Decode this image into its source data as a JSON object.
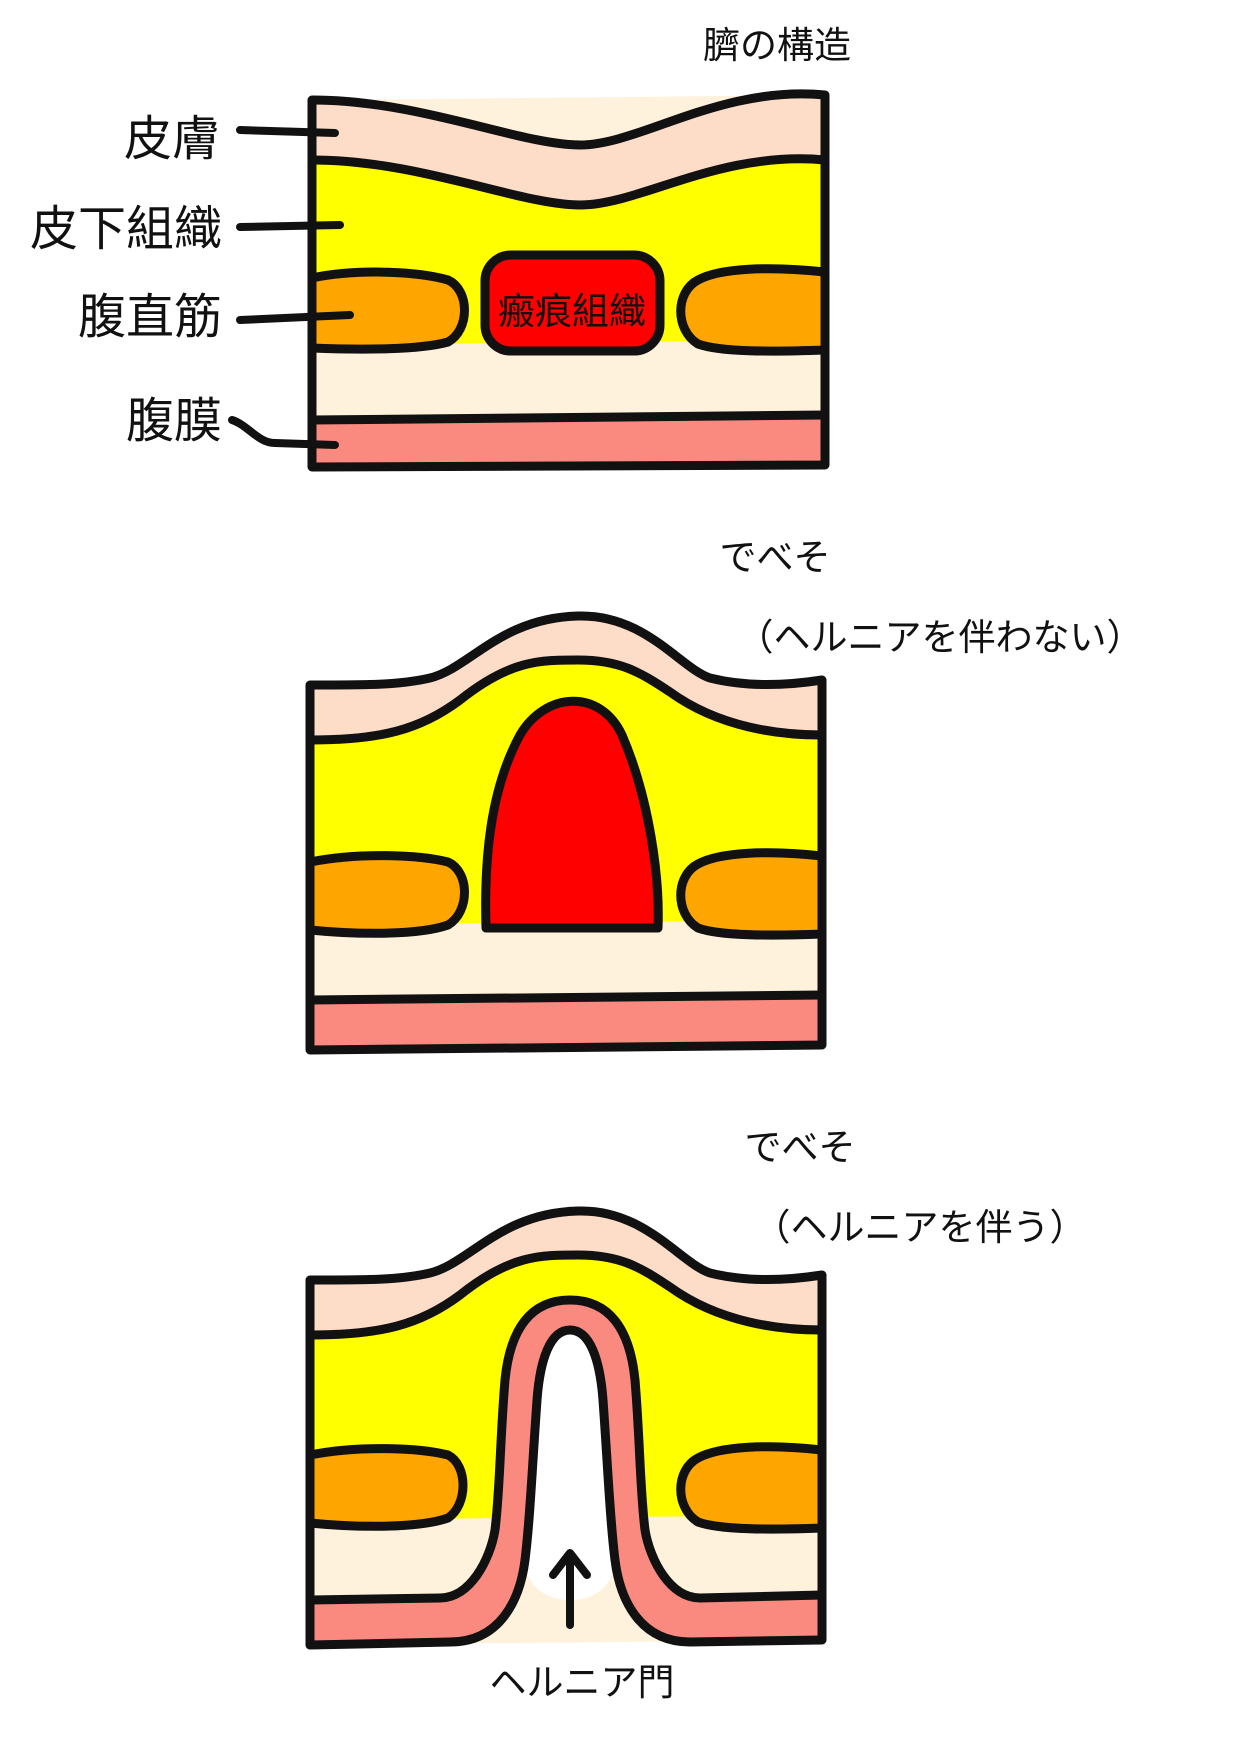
{
  "figure1": {
    "title": "臍の構造",
    "labels": {
      "skin": "皮膚",
      "subcutaneous": "皮下組織",
      "rectus": "腹直筋",
      "peritoneum": "腹膜"
    },
    "scar_label": "瘢痕組織"
  },
  "figure2": {
    "title": "でべそ",
    "subtitle": "（ヘルニアを伴わない）"
  },
  "figure3": {
    "title": "でべそ",
    "subtitle": "（ヘルニアを伴う）",
    "arrow_label": "ヘルニア門"
  },
  "colors": {
    "skin": "#FDDCC8",
    "subcutaneous_fat": "#FFFF00",
    "rectus_muscle": "#FFA500",
    "scar_tissue": "#FF0000",
    "preperitoneal": "#FFF2DC",
    "peritoneum": "#FA8A80",
    "outline": "#111111"
  }
}
